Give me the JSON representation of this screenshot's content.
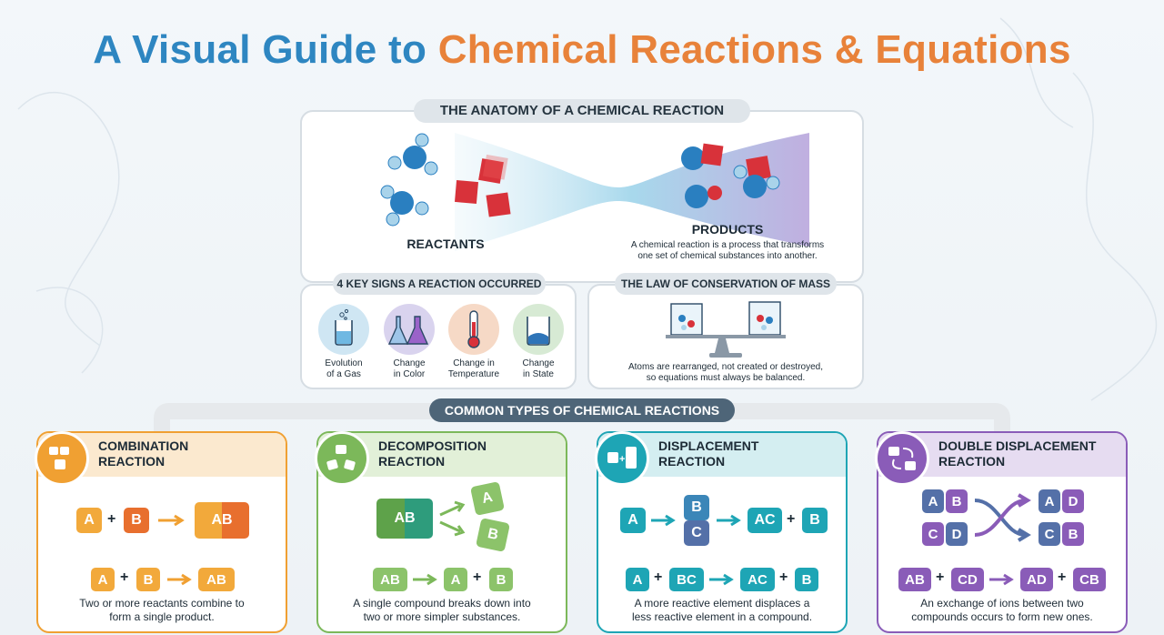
{
  "title": {
    "part1": "A Visual Guide to",
    "part2": "Chemical Reactions & Equations"
  },
  "anatomy": {
    "header": "THE ANATOMY OF A CHEMICAL REACTION",
    "reactants_label": "REACTANTS",
    "products_label": "PRODUCTS",
    "definition_line1": "A chemical reaction is a process that transforms",
    "definition_line2": "one set of chemical substances into another."
  },
  "signs": {
    "header": "4 KEY SIGNS A REACTION OCCURRED",
    "items": [
      {
        "line1": "Evolution",
        "line2": "of a Gas",
        "icon": "bubbling-beaker-icon",
        "color": "#cfe6f3"
      },
      {
        "line1": "Change",
        "line2": "in Color",
        "icon": "colored-flasks-icon",
        "color": "#d9d3ee"
      },
      {
        "line1": "Change in",
        "line2": "Temperature",
        "icon": "thermometer-icon",
        "color": "#f6d9c6"
      },
      {
        "line1": "Change",
        "line2": "in State",
        "icon": "precipitate-beaker-icon",
        "color": "#d7ead4"
      }
    ]
  },
  "conservation": {
    "header": "THE LAW OF CONSERVATION OF MASS",
    "line1": "Atoms are rearranged, not created or destroyed,",
    "line2": "so equations must always be balanced."
  },
  "types_header": "COMMON TYPES OF CHEMICAL REACTIONS",
  "reactions": [
    {
      "title1": "COMBINATION",
      "title2": "REACTION",
      "color": "#f0a032",
      "light": "#fbe9cf",
      "eq": {
        "a": "A",
        "plus": "+",
        "b": "B",
        "result": "AB"
      },
      "eq2": {
        "a": "A",
        "plus": "+",
        "b": "B",
        "result": "AB"
      },
      "desc1": "Two or more reactants combine to",
      "desc2": "form a single product."
    },
    {
      "title1": "DECOMPOSITION",
      "title2": "REACTION",
      "color": "#7cb85a",
      "light": "#e2f0d8",
      "eq": {
        "ab": "AB",
        "a": "A",
        "b": "B"
      },
      "eq2": {
        "ab": "AB",
        "a": "A",
        "plus": "+",
        "b": "B"
      },
      "desc1": "A single compound breaks down into",
      "desc2": "two or more simpler substances."
    },
    {
      "title1": "DISPLACEMENT",
      "title2": "REACTION",
      "color": "#1ea5b5",
      "light": "#d4eef1",
      "eq": {
        "a": "A",
        "b": "B",
        "c": "C",
        "ac": "AC",
        "plus": "+",
        "b2": "B"
      },
      "eq2": {
        "a": "A",
        "plus": "+",
        "bc": "BC",
        "ac": "AC",
        "plus2": "+",
        "b": "B"
      },
      "desc1": "A more reactive element displaces a",
      "desc2": "less reactive element in a compound."
    },
    {
      "title1": "DOUBLE DISPLACEMENT",
      "title2": "REACTION",
      "color": "#8a5cb8",
      "light": "#e6dcf1",
      "eq": {
        "a": "A",
        "b": "B",
        "c": "C",
        "d": "D",
        "a2": "A",
        "d2": "D",
        "c2": "C",
        "b2": "B"
      },
      "eq2": {
        "ab": "AB",
        "plus": "+",
        "cd": "CD",
        "ad": "AD",
        "plus2": "+",
        "cb": "CB"
      },
      "desc1": "An exchange of ions between two",
      "desc2": "compounds occurs to form new ones."
    }
  ]
}
